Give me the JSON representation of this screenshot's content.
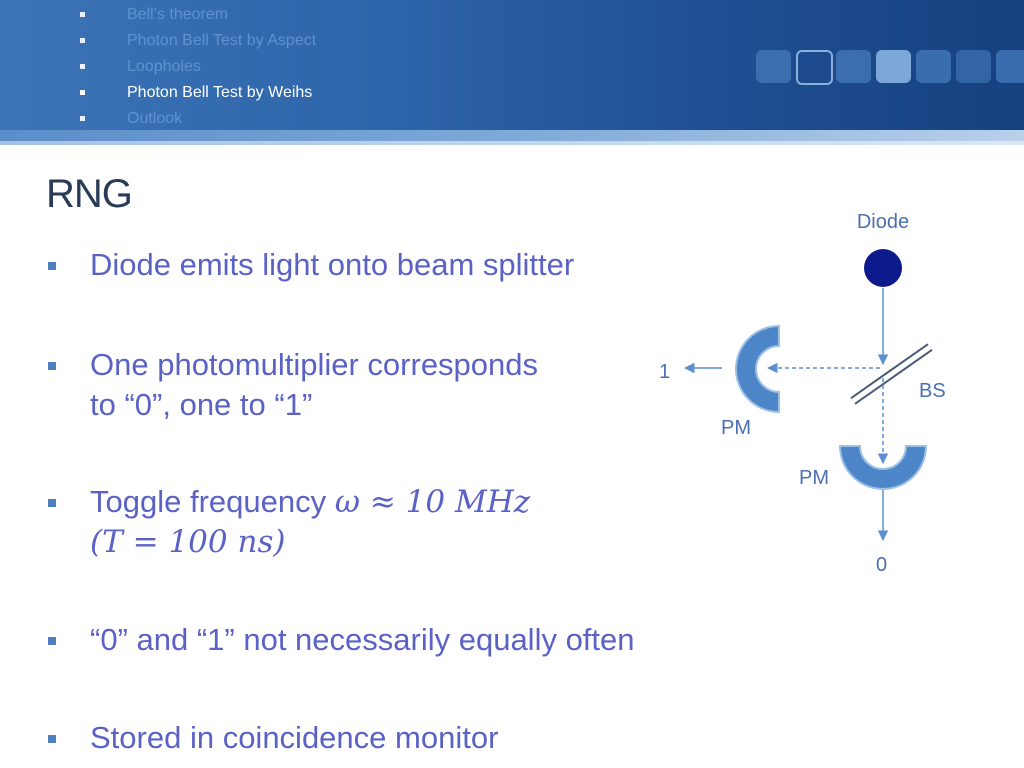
{
  "nav": {
    "items": [
      {
        "label": "Bell’s theorem",
        "state": "dim"
      },
      {
        "label": "Photon Bell Test by Aspect",
        "state": "dim"
      },
      {
        "label": "Loopholes",
        "state": "dim"
      },
      {
        "label": "Photon Bell Test by Weihs",
        "state": "active"
      },
      {
        "label": "Outlook",
        "state": "dim"
      }
    ],
    "progress_boxes": 7,
    "current_box": 3
  },
  "slide": {
    "title": "RNG",
    "bullets": [
      {
        "line1": "Diode emits light onto beam splitter"
      },
      {
        "line1": "One photomultiplier corresponds",
        "line2": "to “0”, one to “1”"
      },
      {
        "line1_prefix": "Toggle frequency ",
        "line1_math": "ω ≈ 10 MHz",
        "line2_math": "(T = 100 ns)"
      },
      {
        "line1": "“0” and “1” not necessarily equally often"
      },
      {
        "line1": "Stored in coincidence monitor"
      }
    ]
  },
  "diagram": {
    "diode_label": "Diode",
    "bs_label": "BS",
    "pm_left_label": "PM",
    "pm_bottom_label": "PM",
    "output_left_label": "1",
    "output_bottom_label": "0",
    "colors": {
      "diode": "#0d1a8c",
      "arrow": "#5b8fcf",
      "pm_fill": "#4d85c9",
      "pm_stroke": "#9cc0e6",
      "text": "#4c6fb0"
    }
  }
}
